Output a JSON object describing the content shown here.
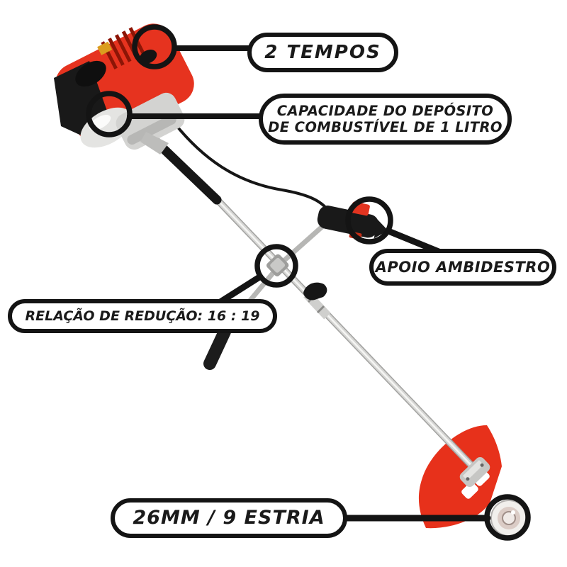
{
  "figure": {
    "kind": "annotated product infographic",
    "background": "#ffffff"
  },
  "colors": {
    "engine_red": "#e6331f",
    "guard_red": "#e7311b",
    "outline_black": "#141414",
    "shaft_silver": "#d6d6d4"
  },
  "callouts": [
    {
      "id": "two-stroke",
      "label": "2 TEMPOS"
    },
    {
      "id": "fuel-tank",
      "label_line1": "CAPACIDADE DO DEPÓSITO",
      "label_line2": "DE COMBUSTÍVEL DE 1 LITRO"
    },
    {
      "id": "ambidextrous-handle",
      "label": "APOIO AMBIDESTRO"
    },
    {
      "id": "gear-ratio",
      "label": "RELAÇÃO DE REDUÇÃO: 16 : 19"
    },
    {
      "id": "output-spline",
      "label": "26MM / 9 ESTRIA"
    }
  ]
}
